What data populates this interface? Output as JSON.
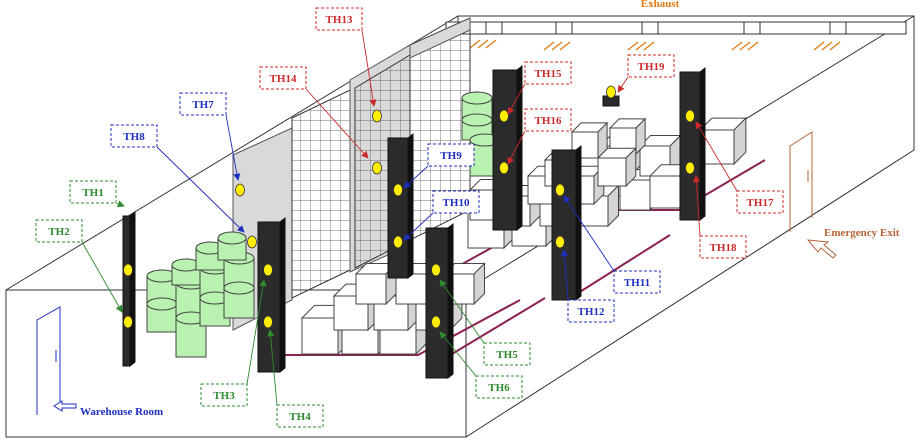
{
  "title": "",
  "annotations": {
    "exhaust": "Exhaust",
    "emergency_exit": "Emergency Exit",
    "warehouse_room": "Warehouse Room"
  },
  "colors": {
    "green": "#2e8b2e",
    "blue": "#1c2fbf",
    "red": "#cc2a2a",
    "orange": "#e07a10",
    "sensor": "#ffee00",
    "pole": "#2b2b2b",
    "floor_line": "#8b2252",
    "barrel": "#b9f2b0"
  },
  "sensors": [
    {
      "id": "TH1",
      "color": "green"
    },
    {
      "id": "TH2",
      "color": "green"
    },
    {
      "id": "TH3",
      "color": "green"
    },
    {
      "id": "TH4",
      "color": "green"
    },
    {
      "id": "TH5",
      "color": "green"
    },
    {
      "id": "TH6",
      "color": "green"
    },
    {
      "id": "TH7",
      "color": "blue"
    },
    {
      "id": "TH8",
      "color": "blue"
    },
    {
      "id": "TH9",
      "color": "blue"
    },
    {
      "id": "TH10",
      "color": "blue"
    },
    {
      "id": "TH11",
      "color": "blue"
    },
    {
      "id": "TH12",
      "color": "blue"
    },
    {
      "id": "TH13",
      "color": "red"
    },
    {
      "id": "TH14",
      "color": "red"
    },
    {
      "id": "TH15",
      "color": "red"
    },
    {
      "id": "TH16",
      "color": "red"
    },
    {
      "id": "TH17",
      "color": "red"
    },
    {
      "id": "TH18",
      "color": "red"
    },
    {
      "id": "TH19",
      "color": "red"
    }
  ]
}
